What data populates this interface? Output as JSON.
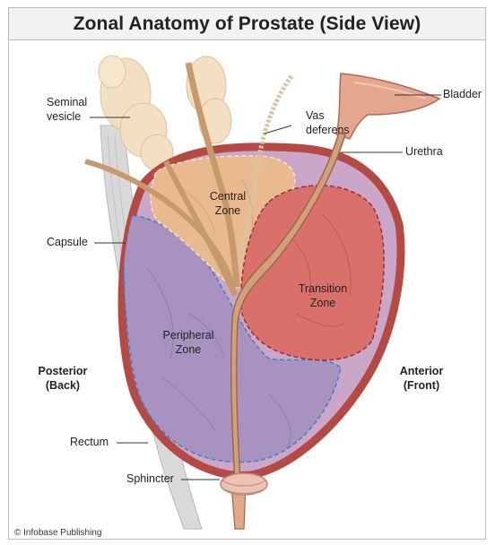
{
  "title": "Zonal Anatomy of Prostate (Side View)",
  "labels": {
    "seminal_vesicle": [
      "Seminal",
      "vesicle"
    ],
    "vas_deferens": [
      "Vas",
      "deferens"
    ],
    "bladder": "Bladder",
    "urethra": "Urethra",
    "capsule": "Capsule",
    "central_zone": [
      "Central",
      "Zone"
    ],
    "transition_zone": [
      "Transition",
      "Zone"
    ],
    "peripheral_zone": [
      "Peripheral",
      "Zone"
    ],
    "posterior": [
      "Posterior",
      "(Back)"
    ],
    "anterior": [
      "Anterior",
      "(Front)"
    ],
    "rectum": "Rectum",
    "sphincter": "Sphincter"
  },
  "credit": "© Infobase Publishing",
  "colors": {
    "capsule": "#b54a44",
    "capsule_inner": "#caa7c9",
    "central_zone": "#e9b98f",
    "transition_zone": "#d9706b",
    "peripheral_zone": "#a893c0",
    "urethra": "#d4a07a",
    "vesicle": "#f3e0c2"
  }
}
